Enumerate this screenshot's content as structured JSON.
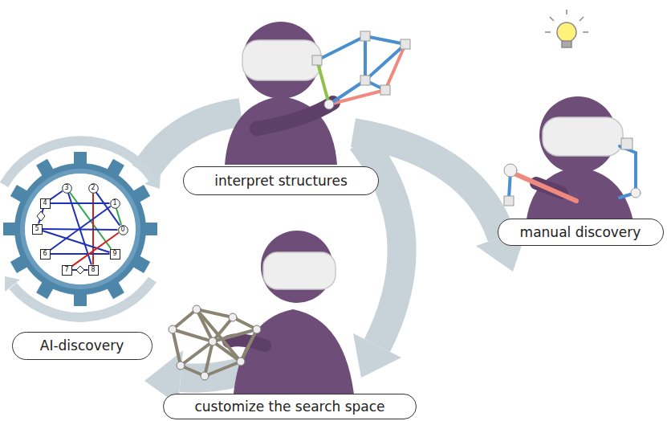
{
  "diagram": {
    "nodes": [
      {
        "text": [
          "interpret structures"
        ]
      },
      {
        "text": [
          "manual discovery"
        ]
      },
      {
        "text": [
          "customize the search space"
        ]
      },
      {
        "text": [
          "AI-discovery"
        ]
      },
      {
        "text": [
          "0"
        ]
      },
      {
        "text": [
          "1"
        ]
      },
      {
        "text": [
          "2"
        ]
      },
      {
        "text": [
          "3"
        ]
      },
      {
        "text": [
          "4"
        ]
      },
      {
        "text": [
          "5"
        ]
      },
      {
        "text": [
          "6"
        ]
      },
      {
        "text": [
          "7"
        ]
      },
      {
        "text": [
          "8"
        ]
      },
      {
        "text": [
          "9"
        ]
      }
    ],
    "edges": [
      {
        "from": 7,
        "to": 8,
        "arrow": "none"
      },
      {
        "from": 7,
        "to": 13,
        "arrow": "none"
      },
      {
        "from": 7,
        "to": 12,
        "arrow": "none"
      },
      {
        "from": 6,
        "to": 12,
        "arrow": "none"
      },
      {
        "from": 8,
        "to": 5,
        "arrow": "none"
      },
      {
        "from": 5,
        "to": 4,
        "arrow": "none"
      },
      {
        "from": 5,
        "to": 10,
        "arrow": "none"
      },
      {
        "from": 9,
        "to": 4,
        "arrow": "none"
      },
      {
        "from": 9,
        "to": 13,
        "arrow": "none"
      },
      {
        "from": 10,
        "to": 13,
        "arrow": "none"
      },
      {
        "from": 11,
        "to": 12,
        "arrow": "none"
      },
      {
        "from": 4,
        "to": 11,
        "arrow": "none"
      },
      {
        "from": 8,
        "to": 9,
        "arrow": "none"
      },
      {
        "from": 6,
        "to": 4,
        "arrow": "none"
      }
    ]
  }
}
